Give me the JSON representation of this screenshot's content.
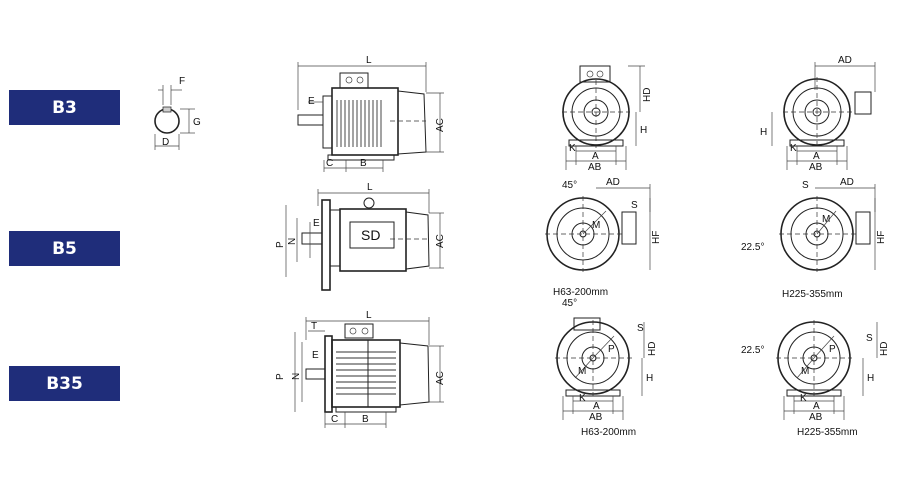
{
  "badges": {
    "b3": "B3",
    "b5": "B5",
    "b35": "B35"
  },
  "dims": {
    "L": "L",
    "E": "E",
    "AC": "AC",
    "C": "C",
    "B": "B",
    "F": "F",
    "G": "G",
    "D": "D",
    "HD": "HD",
    "A": "A",
    "AB": "AB",
    "K": "K",
    "H": "H",
    "AD": "AD",
    "HF": "HF",
    "P": "P",
    "N": "N",
    "S": "S",
    "M": "M",
    "T": "T"
  },
  "angles": {
    "a45": "45°",
    "a22": "22.5°"
  },
  "labels": {
    "sd": "SD",
    "range_small": "H63-200mm",
    "range_large": "H225-355mm"
  }
}
